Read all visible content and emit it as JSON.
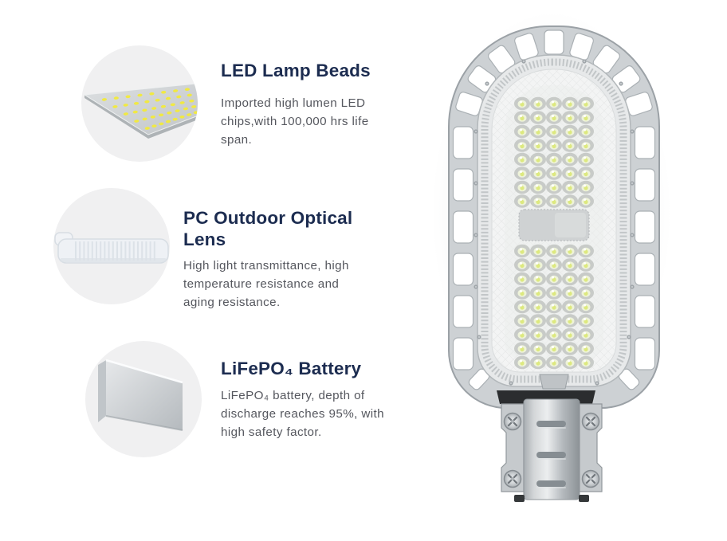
{
  "colors": {
    "heading": "#1c2c50",
    "body_text": "#55575e",
    "page_bg": "#ffffff",
    "circle_bg": "#f0f0f1",
    "led_yellow": "#dde97f",
    "panel_led_yellow": "#f2ea3a",
    "lamp_frame": "#cdd1d4",
    "lamp_lens": "#f3f4f4",
    "metal_dark": "#9ba1a6"
  },
  "features": [
    {
      "title": "LED Lamp Beads",
      "description_lines": [
        "Imported high lumen LED",
        "chips,with 100,000 hrs life",
        "span."
      ],
      "icon": "led-panel-photo"
    },
    {
      "title": "PC Outdoor Optical Lens",
      "description_lines": [
        "High light transmittance, high",
        "temperature resistance and",
        "aging resistance."
      ],
      "icon": "optical-lens-photo"
    },
    {
      "title": "LiFePO₄ Battery",
      "description_lines": [
        "LiFePO₄ battery, depth of",
        "discharge reaches 95%, with",
        "high safety factor."
      ],
      "icon": "battery-photo"
    }
  ],
  "main_image": "led-street-light-with-pole-mount-bracket"
}
